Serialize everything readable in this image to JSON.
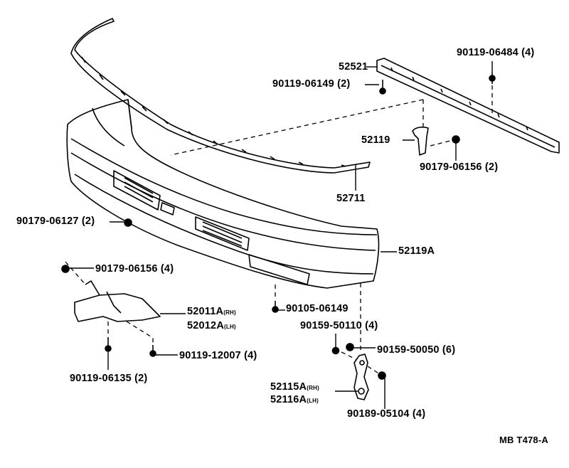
{
  "diagram": {
    "title_code": "MB T478-A",
    "parts": [
      {
        "id": "p1",
        "label": "90119-06484 (4)"
      },
      {
        "id": "p2",
        "label": "52521"
      },
      {
        "id": "p3",
        "label": "90119-06149 (2)"
      },
      {
        "id": "p4",
        "label": "52119"
      },
      {
        "id": "p5",
        "label": "90179-06156 (2)"
      },
      {
        "id": "p6",
        "label": "52711"
      },
      {
        "id": "p7",
        "label": "90179-06127 (2)"
      },
      {
        "id": "p8",
        "label": "52119A"
      },
      {
        "id": "p9",
        "label": "90179-06156 (4)"
      },
      {
        "id": "p10",
        "label": "90105-06149"
      },
      {
        "id": "p11",
        "label": "52011A",
        "suffix": "(RH)"
      },
      {
        "id": "p12",
        "label": "52012A",
        "suffix": "(LH)"
      },
      {
        "id": "p13",
        "label": "90159-50110 (4)"
      },
      {
        "id": "p14",
        "label": "90159-50050 (6)"
      },
      {
        "id": "p15",
        "label": "90119-12007 (4)"
      },
      {
        "id": "p16",
        "label": "90119-06135 (2)"
      },
      {
        "id": "p17",
        "label": "52115A",
        "suffix": "(RH)"
      },
      {
        "id": "p18",
        "label": "52116A",
        "suffix": "(LH)"
      },
      {
        "id": "p19",
        "label": "90189-05104 (4)"
      }
    ]
  }
}
